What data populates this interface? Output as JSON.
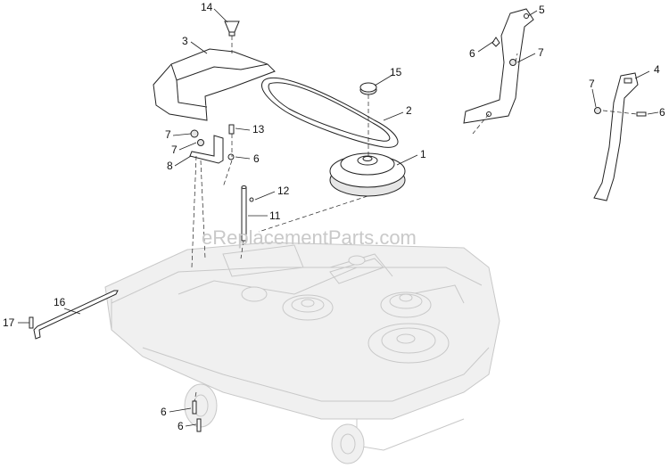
{
  "watermark": "eReplacementParts.com",
  "callouts": [
    {
      "id": "c14a",
      "label": "14"
    },
    {
      "id": "c3",
      "label": "3"
    },
    {
      "id": "c15",
      "label": "15"
    },
    {
      "id": "c2",
      "label": "2"
    },
    {
      "id": "c7a",
      "label": "7"
    },
    {
      "id": "c13",
      "label": "13"
    },
    {
      "id": "c7b",
      "label": "7"
    },
    {
      "id": "c8",
      "label": "8"
    },
    {
      "id": "c6a",
      "label": "6"
    },
    {
      "id": "c1",
      "label": "1"
    },
    {
      "id": "c12",
      "label": "12"
    },
    {
      "id": "c11",
      "label": "11"
    },
    {
      "id": "c16",
      "label": "16"
    },
    {
      "id": "c17",
      "label": "17"
    },
    {
      "id": "c6b",
      "label": "6"
    },
    {
      "id": "c6c",
      "label": "6"
    },
    {
      "id": "c5",
      "label": "5"
    },
    {
      "id": "c6d",
      "label": "6"
    },
    {
      "id": "c7c",
      "label": "7"
    },
    {
      "id": "c4",
      "label": "4"
    },
    {
      "id": "c7d",
      "label": "7"
    },
    {
      "id": "c6e",
      "label": "6"
    }
  ]
}
